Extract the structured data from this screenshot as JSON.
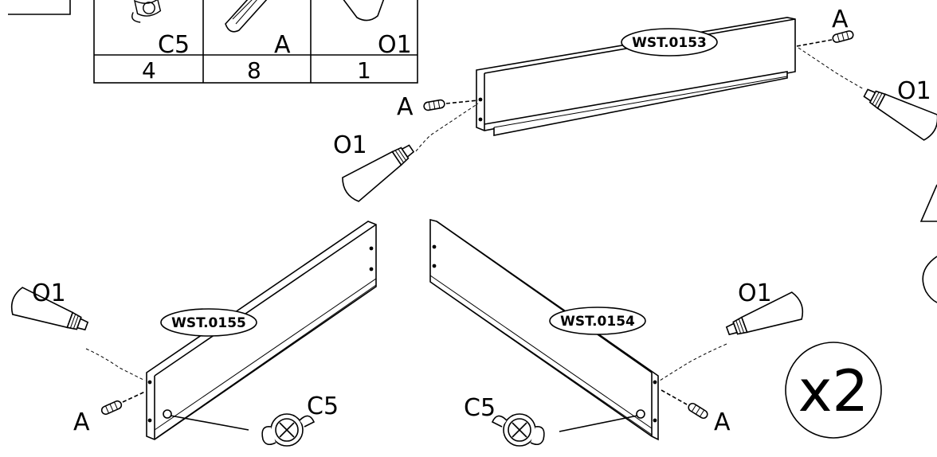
{
  "parts_table": {
    "columns": [
      {
        "code": "C5",
        "qty": "4",
        "icon": "cam-lock-icon"
      },
      {
        "code": "A",
        "qty": "8",
        "icon": "wooden-dowel-icon"
      },
      {
        "code": "O1",
        "qty": "1",
        "icon": "glue-tube-icon"
      }
    ]
  },
  "panels": {
    "top": "WST.0153",
    "left": "WST.0155",
    "right": "WST.0154"
  },
  "callouts": {
    "dowel": "A",
    "glue": "O1",
    "cam": "C5"
  },
  "multiplier": "x2"
}
